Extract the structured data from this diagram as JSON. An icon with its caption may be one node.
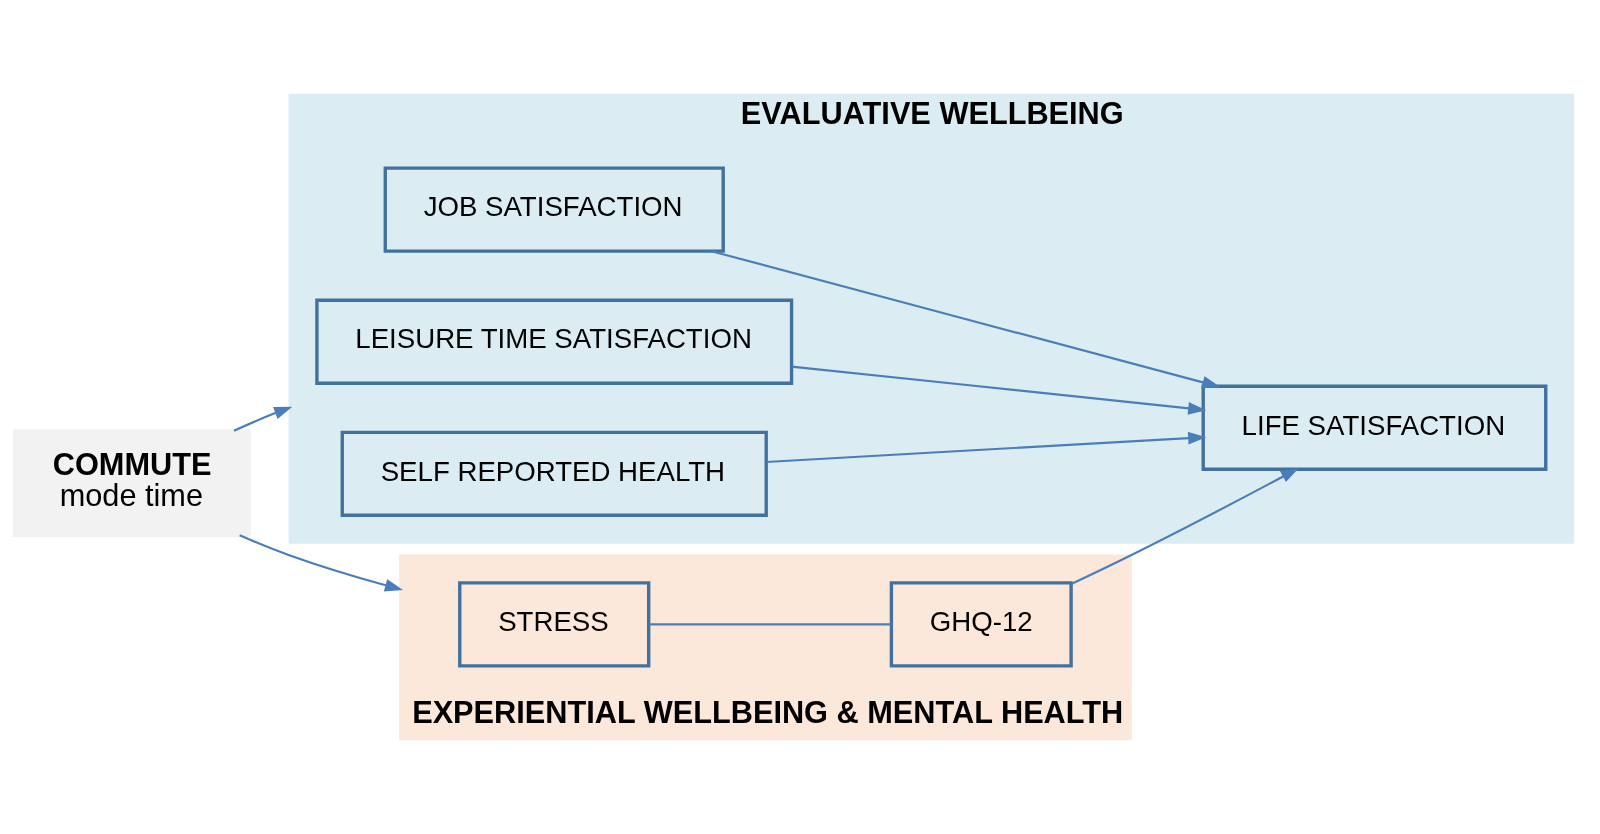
{
  "diagram": {
    "nodes": [
      {
        "text": [
          "COMMUTE",
          "mode time"
        ]
      },
      {
        "text": [
          "EVALUATIVE WELLBEING"
        ]
      },
      {
        "text": [
          "JOB SATISFACTION"
        ],
        "in": 1
      },
      {
        "text": [
          "LEISURE TIME SATISFACTION"
        ],
        "in": 1
      },
      {
        "text": [
          "LIFE SATISFACTION"
        ],
        "in": 1
      },
      {
        "text": [
          "SELF REPORTED HEALTH"
        ],
        "in": 1
      },
      {
        "text": [
          "EXPERIENTIAL WELLBEING & MENTAL HEALTH"
        ]
      },
      {
        "text": [
          "STRESS"
        ],
        "in": 6
      },
      {
        "text": [
          "GHQ-12"
        ],
        "in": 6
      }
    ],
    "edges": [
      {
        "from": 0,
        "to": 1,
        "arrow": "to"
      },
      {
        "from": 0,
        "to": 6,
        "arrow": "to"
      },
      {
        "from": 2,
        "to": 4,
        "arrow": "to"
      },
      {
        "from": 3,
        "to": 4,
        "arrow": "to"
      },
      {
        "from": 5,
        "to": 4,
        "arrow": "to"
      },
      {
        "from": 7,
        "to": 8,
        "arrow": "none"
      },
      {
        "from": 8,
        "to": 4,
        "arrow": "to"
      }
    ]
  }
}
